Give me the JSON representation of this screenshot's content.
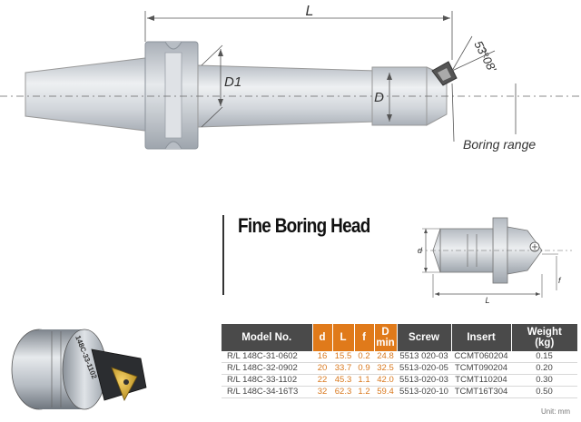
{
  "drawing_top": {
    "dim_L": "L",
    "dim_D1": "D1",
    "dim_D": "D",
    "angle": "53°08'",
    "boring_range": "Boring range"
  },
  "product_title": "Fine Boring Head",
  "drawing_small": {
    "dim_d": "d",
    "dim_L": "L",
    "dim_f": "f"
  },
  "photo": {
    "engraving": "148C-33-1102"
  },
  "table": {
    "headers": {
      "model": "Model No.",
      "d": "d",
      "L": "L",
      "f": "f",
      "D_line1": "D",
      "D_line2": "min",
      "screw": "Screw",
      "insert": "Insert",
      "weight_line1": "Weight",
      "weight_line2": "(kg)"
    },
    "rows": [
      {
        "model": "R/L 148C-31-0602",
        "d": "16",
        "L": "15.5",
        "f": "0.2",
        "D": "24.8",
        "screw": "5513 020-03",
        "insert": "CCMT060204",
        "weight": "0.15"
      },
      {
        "model": "R/L 148C-32-0902",
        "d": "20",
        "L": "33.7",
        "f": "0.9",
        "D": "32.5",
        "screw": "5513-020-05",
        "insert": "TCMT090204",
        "weight": "0.20"
      },
      {
        "model": "R/L 148C-33-1102",
        "d": "22",
        "L": "45.3",
        "f": "1.1",
        "D": "42.0",
        "screw": "5513-020-03",
        "insert": "TCMT110204",
        "weight": "0.30"
      },
      {
        "model": "R/L 148C-34-16T3",
        "d": "32",
        "L": "62.3",
        "f": "1.2",
        "D": "59.4",
        "screw": "5513-020-10",
        "insert": "TCMT16T304",
        "weight": "0.50"
      }
    ],
    "unit": "Unit: mm"
  },
  "colors": {
    "accent": "#e07a1a",
    "header_bg": "#4a4a4a",
    "steel": "#cfd3d8"
  }
}
